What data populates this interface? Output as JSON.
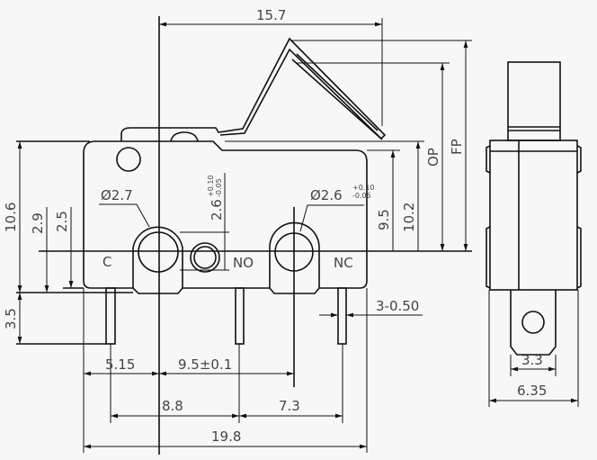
{
  "title": "Microswitch dimensional drawing",
  "dimensions": {
    "overall_lever": "15.7",
    "height_total": "10.6",
    "c_height": "2.9",
    "hole_height": "2.5",
    "pin_length": "3.5",
    "hole_c_dia": "Ø2.7",
    "hole_no_dia": "2.6",
    "hole_no_tol_plus": "+0.10",
    "hole_no_tol_minus": "-0.05",
    "hole_nc_dia": "Ø2.6",
    "hole_nc_tol_plus": "+0.10",
    "hole_nc_tol_minus": "-0.05",
    "h_9_5": "9.5",
    "h_10_2": "10.2",
    "op": "OP",
    "fp": "FP",
    "pin_thickness": "3-0.50",
    "left_offset": "5.15",
    "hole_pitch": "9.5±0.1",
    "pin_pitch_1": "8.8",
    "pin_pitch_2": "7.3",
    "overall_length": "19.8",
    "side_tab_width": "3.3",
    "side_width": "6.35"
  },
  "terminals": {
    "c": "C",
    "no": "NO",
    "nc": "NC"
  }
}
